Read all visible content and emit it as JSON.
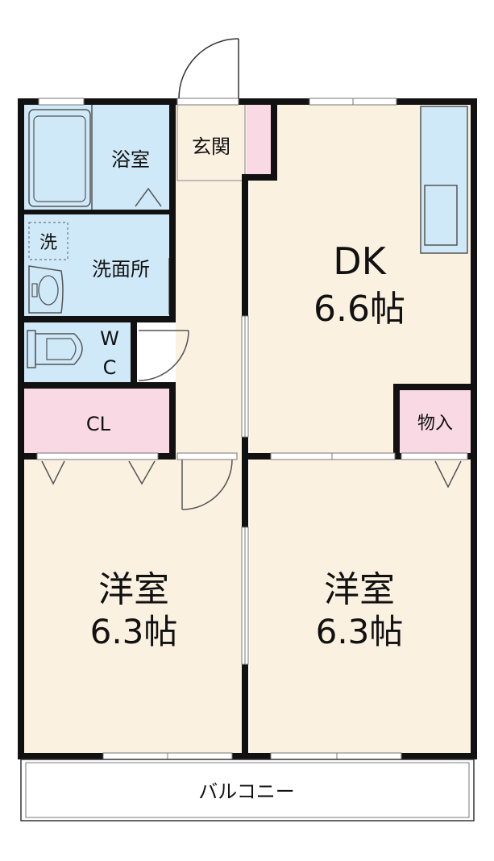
{
  "rooms": {
    "bath": "浴室",
    "entrance": "玄関",
    "washer": "洗",
    "washroom": "洗面所",
    "wc_w": "W",
    "wc_c": "C",
    "closet": "CL",
    "dk_name": "DK",
    "dk_size": "6.6帖",
    "storage": "物入",
    "west_room_name": "洋室",
    "west_room_size": "6.3帖",
    "east_room_name": "洋室",
    "east_room_size": "6.3帖",
    "balcony": "バルコニー"
  },
  "colors": {
    "wall": "#111111",
    "living_floor": "#fbf1e1",
    "wet_area": "#cfe9f8",
    "storage_pink": "#f9d9e4",
    "window_line": "#777777",
    "balcony_fill": "#ffffff"
  }
}
